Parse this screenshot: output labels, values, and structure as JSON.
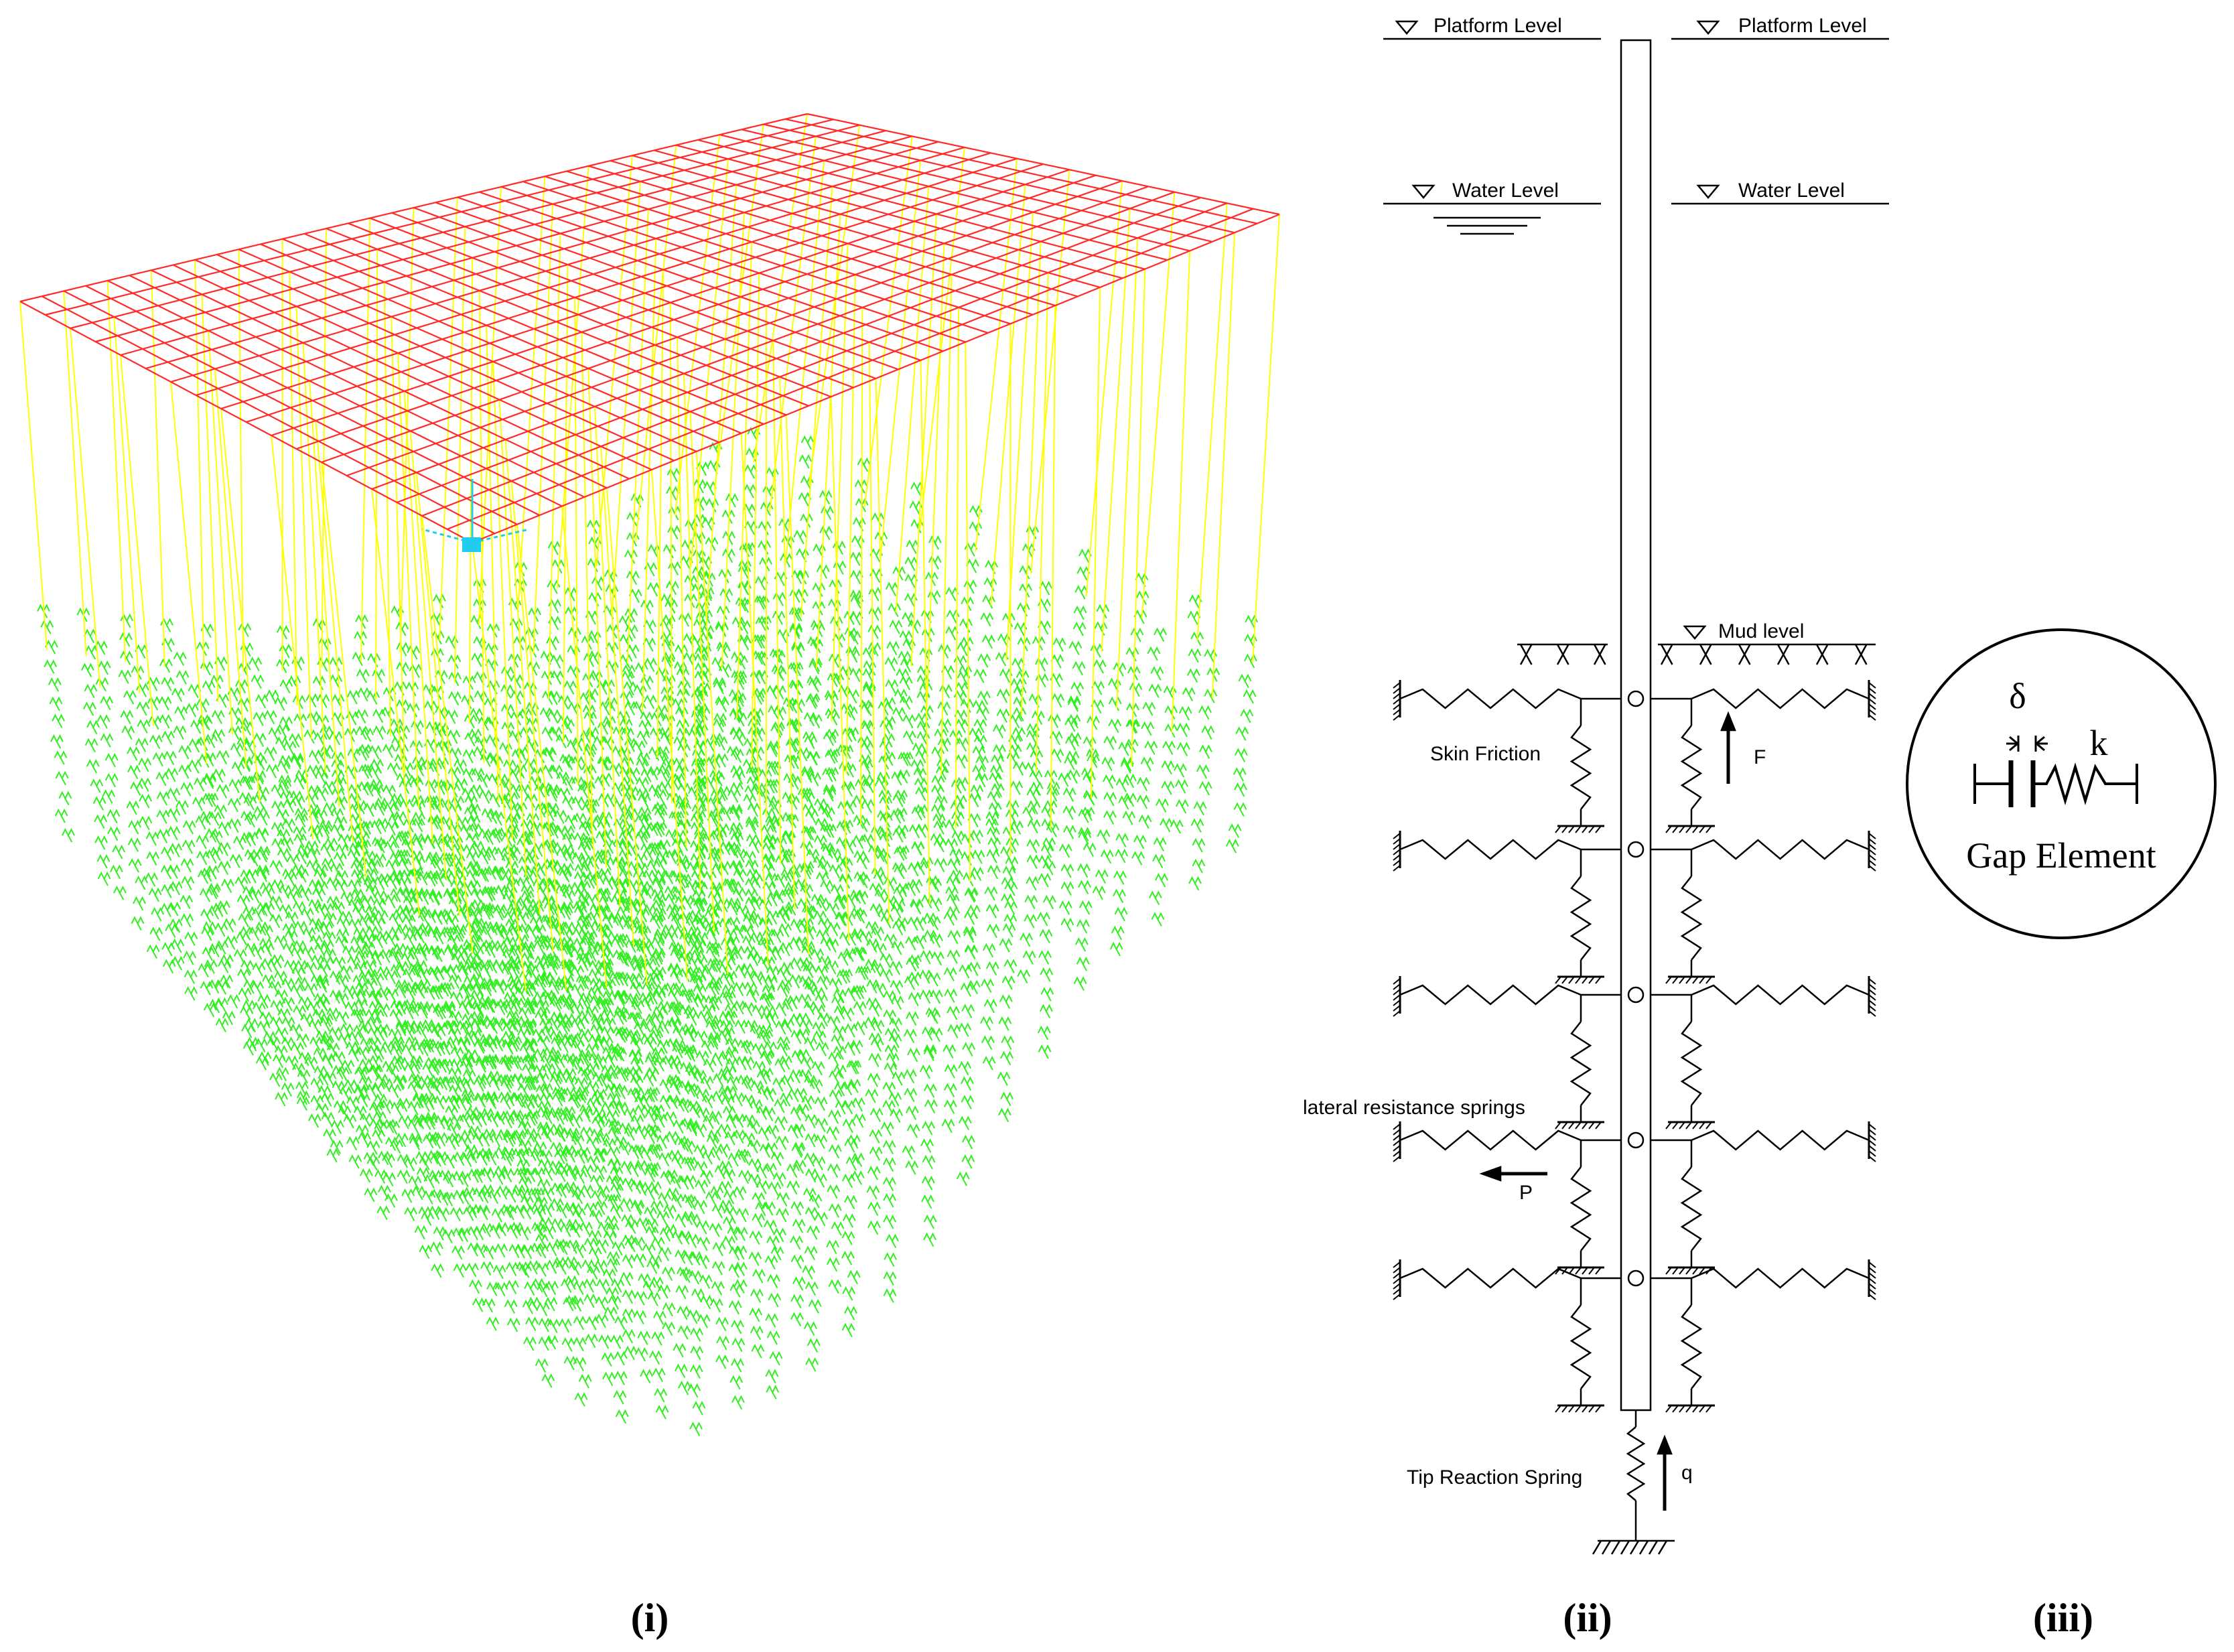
{
  "panel_i": {
    "caption": "(i)",
    "colors": {
      "deck_grid": "#ff2b2b",
      "piles": "#ffff00",
      "soil_springs": "#33ee22",
      "axes_marker": "#22ccee"
    }
  },
  "panel_ii": {
    "caption": "(ii)",
    "platform_level_left": "Platform Level",
    "platform_level_right": "Platform Level",
    "water_level_left": "Water Level",
    "water_level_right": "Water Level",
    "mud_level": "Mud level",
    "skin_friction": "Skin Friction",
    "force_f": "F",
    "lateral_springs": "lateral resistance springs",
    "force_p": "P",
    "tip_spring": "Tip Reaction Spring",
    "force_q": "q"
  },
  "panel_iii": {
    "caption": "(iii)",
    "delta": "δ",
    "k": "k",
    "title": "Gap Element"
  }
}
